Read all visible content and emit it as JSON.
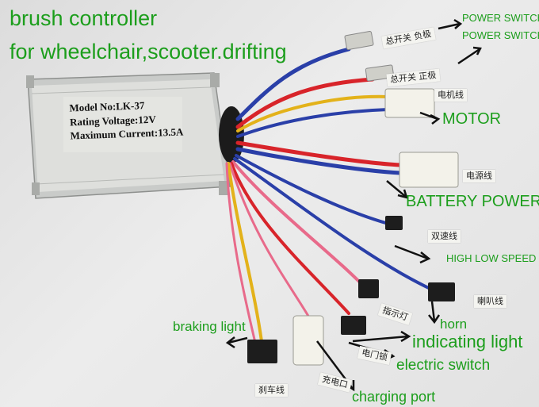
{
  "title_lines": [
    "brush controller",
    "for wheelchair,scooter.drifting"
  ],
  "plate": {
    "model": "Model No:LK-37",
    "voltage": "Rating Voltage:12V",
    "current": "Maximum Current:13.5A"
  },
  "labels": {
    "power_switch_n": "POWER SWITCH N",
    "power_switch_p": "POWER SWITCH P",
    "motor": "MOTOR",
    "battery_power": "BATTERY POWER",
    "high_low_speed": "HIGH LOW SPEED",
    "horn": "horn",
    "indicating_light": "indicating light",
    "electric_switch": "electric switch",
    "braking_light": "braking light",
    "charging_port": "charging port"
  },
  "tags": {
    "power_neg": "总开关 负极",
    "power_pos": "总开关 正极",
    "motor": "电机线",
    "battery": "电源线",
    "speed": "双速线",
    "horn": "喇叭线",
    "indicator": "指示灯",
    "lock": "电门锁",
    "charge": "充电口",
    "brake": "刹车线"
  },
  "colors": {
    "label_green": "#1c9e1c",
    "wire_blue": "#2a3fa8",
    "wire_red": "#d8242a",
    "wire_yellow": "#e3b21a",
    "wire_pink": "#e86a8a"
  }
}
